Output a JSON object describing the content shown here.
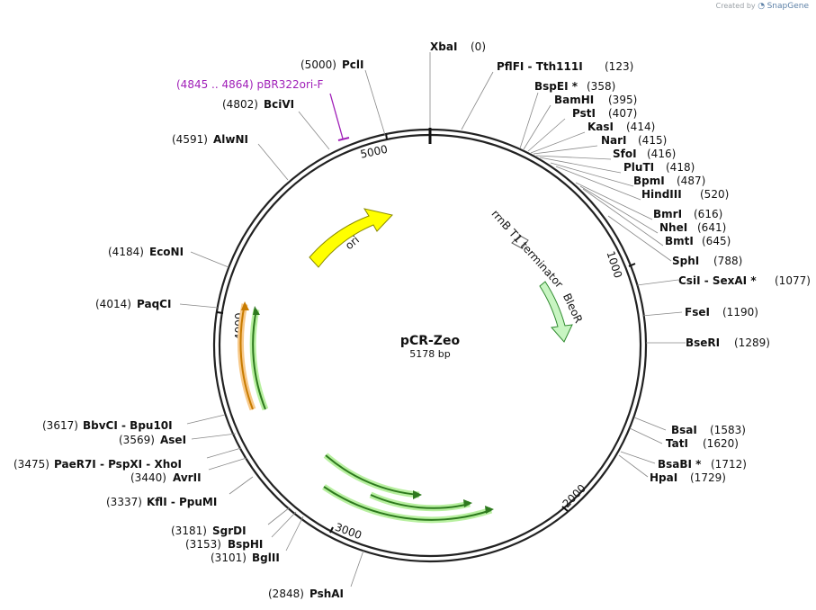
{
  "credit": {
    "prefix": "Created by",
    "brand": "SnapGene"
  },
  "plasmid": {
    "name": "pCR-Zeo",
    "length_label": "5178 bp",
    "length": 5178
  },
  "colors": {
    "ori": "#ffff00",
    "bleoR": "#c8f5c2",
    "primer": "#a01fb8",
    "cds_green": "#2e8b1e",
    "cds_orange": "#d98a00"
  },
  "ticks": [
    {
      "label": "1000",
      "pos": 1000
    },
    {
      "label": "2000",
      "pos": 2000
    },
    {
      "label": "3000",
      "pos": 3000
    },
    {
      "label": "4000",
      "pos": 4000
    },
    {
      "label": "5000",
      "pos": 5000
    }
  ],
  "features": {
    "ori": "ori",
    "bleoR": "BleoR",
    "terminator": "rrnB T1 terminator",
    "primer": "(4845 .. 4864)  pBR322ori-F"
  },
  "sites": [
    {
      "id": "xbai",
      "pos": "(0)",
      "name": "XbaI"
    },
    {
      "id": "pflfi",
      "pos": "(123)",
      "name": "PflFI  - Tth111I"
    },
    {
      "id": "bspei",
      "pos": "(358)",
      "name": "BspEI *"
    },
    {
      "id": "bamhi",
      "pos": "(395)",
      "name": "BamHI"
    },
    {
      "id": "psti",
      "pos": "(407)",
      "name": "PstI"
    },
    {
      "id": "kasi",
      "pos": "(414)",
      "name": "KasI"
    },
    {
      "id": "nari",
      "pos": "(415)",
      "name": "NarI"
    },
    {
      "id": "sfoi",
      "pos": "(416)",
      "name": "SfoI"
    },
    {
      "id": "pluti",
      "pos": "(418)",
      "name": "PluTI"
    },
    {
      "id": "bpmi",
      "pos": "(487)",
      "name": "BpmI"
    },
    {
      "id": "hindiii",
      "pos": "(520)",
      "name": "HindIII"
    },
    {
      "id": "bmri",
      "pos": "(616)",
      "name": "BmrI"
    },
    {
      "id": "nhei",
      "pos": "(641)",
      "name": "NheI"
    },
    {
      "id": "bmti",
      "pos": "(645)",
      "name": "BmtI"
    },
    {
      "id": "sphi",
      "pos": "(788)",
      "name": "SphI"
    },
    {
      "id": "csii",
      "pos": "(1077)",
      "name": "CsiI  - SexAI *"
    },
    {
      "id": "fsei",
      "pos": "(1190)",
      "name": "FseI"
    },
    {
      "id": "beri",
      "pos": "(1289)",
      "name": "BseRI"
    },
    {
      "id": "bsai",
      "pos": "(1583)",
      "name": "BsaI"
    },
    {
      "id": "tati",
      "pos": "(1620)",
      "name": "TatI"
    },
    {
      "id": "bsabi",
      "pos": "(1712)",
      "name": "BsaBI *"
    },
    {
      "id": "hpai",
      "pos": "(1729)",
      "name": "HpaI"
    },
    {
      "id": "pshai",
      "pos": "(2848)",
      "name": "PshAI"
    },
    {
      "id": "bglii",
      "pos": "(3101)",
      "name": "BglII"
    },
    {
      "id": "bsphi",
      "pos": "(3153)",
      "name": "BspHI"
    },
    {
      "id": "sgrdi",
      "pos": "(3181)",
      "name": "SgrDI"
    },
    {
      "id": "kfli",
      "pos": "(3337)",
      "name": "KflI  - PpuMI"
    },
    {
      "id": "avrii",
      "pos": "(3440)",
      "name": "AvrII"
    },
    {
      "id": "paer7i",
      "pos": "(3475)",
      "name": "PaeR7I  - PspXI  - XhoI"
    },
    {
      "id": "asei",
      "pos": "(3569)",
      "name": "AseI"
    },
    {
      "id": "bbvci",
      "pos": "(3617)",
      "name": "BbvCI  - Bpu10I"
    },
    {
      "id": "paqci",
      "pos": "(4014)",
      "name": "PaqCI"
    },
    {
      "id": "econi",
      "pos": "(4184)",
      "name": "EcoNI"
    },
    {
      "id": "alwni",
      "pos": "(4591)",
      "name": "AlwNI"
    },
    {
      "id": "bcivi",
      "pos": "(4802)",
      "name": "BciVI"
    },
    {
      "id": "pcli",
      "pos": "(5000)",
      "name": "PclI"
    }
  ]
}
